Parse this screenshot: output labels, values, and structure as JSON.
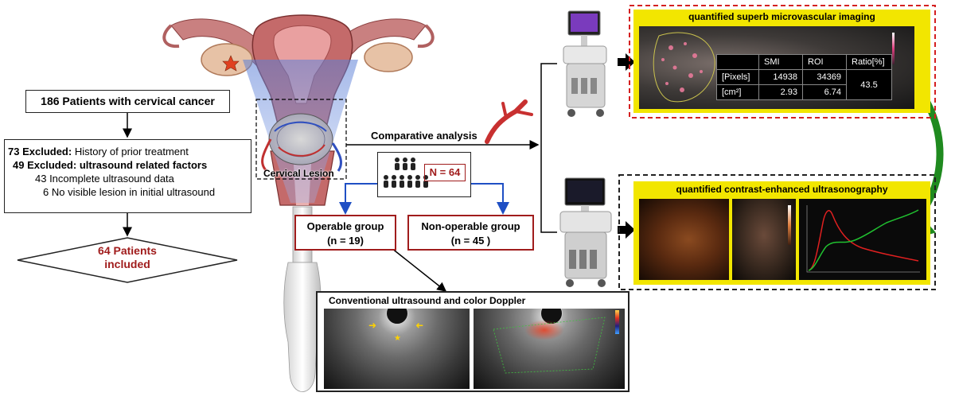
{
  "flow": {
    "total": "186 Patients with cervical cancer",
    "excl1_count": "73 Excluded:",
    "excl1_reason": "History of prior treatment",
    "excl2_count": "49 Excluded:",
    "excl2_reason": "ultrasound related factors",
    "excl2_sub1": "43 Incomplete ultrasound data",
    "excl2_sub2": "6 No visible lesion in initial ultrasound",
    "included_line1": "64 Patients",
    "included_line2": "included"
  },
  "lesion_label": "Cervical Lesion",
  "comparative_label": "Comparative analysis",
  "n_total": "N = 64",
  "groups": {
    "operable_line1": "Operable group",
    "operable_line2": "(n = 19)",
    "nonoperable_line1": "Non-operable group",
    "nonoperable_line2": "(n = 45 )"
  },
  "conventional_title": "Conventional ultrasound and color Doppler",
  "smi": {
    "title": "quantified  superb microvascular imaging",
    "table": {
      "headers": [
        "",
        "SMI",
        "ROI",
        "Ratio[%]"
      ],
      "rows": [
        [
          "[Pixels]",
          "14938",
          "34369"
        ],
        [
          "[cm²]",
          "2.93",
          "6.74"
        ]
      ],
      "ratio": "43.5"
    }
  },
  "ceus": {
    "title": "quantified contrast-enhanced ultrasonography"
  },
  "colors": {
    "accent_red": "#a01c1c",
    "panel_yellow": "#f2e600",
    "green_arrow": "#1f8a1f",
    "blue_arrow": "#1f4fc4",
    "dashed_red": "#d42020"
  }
}
